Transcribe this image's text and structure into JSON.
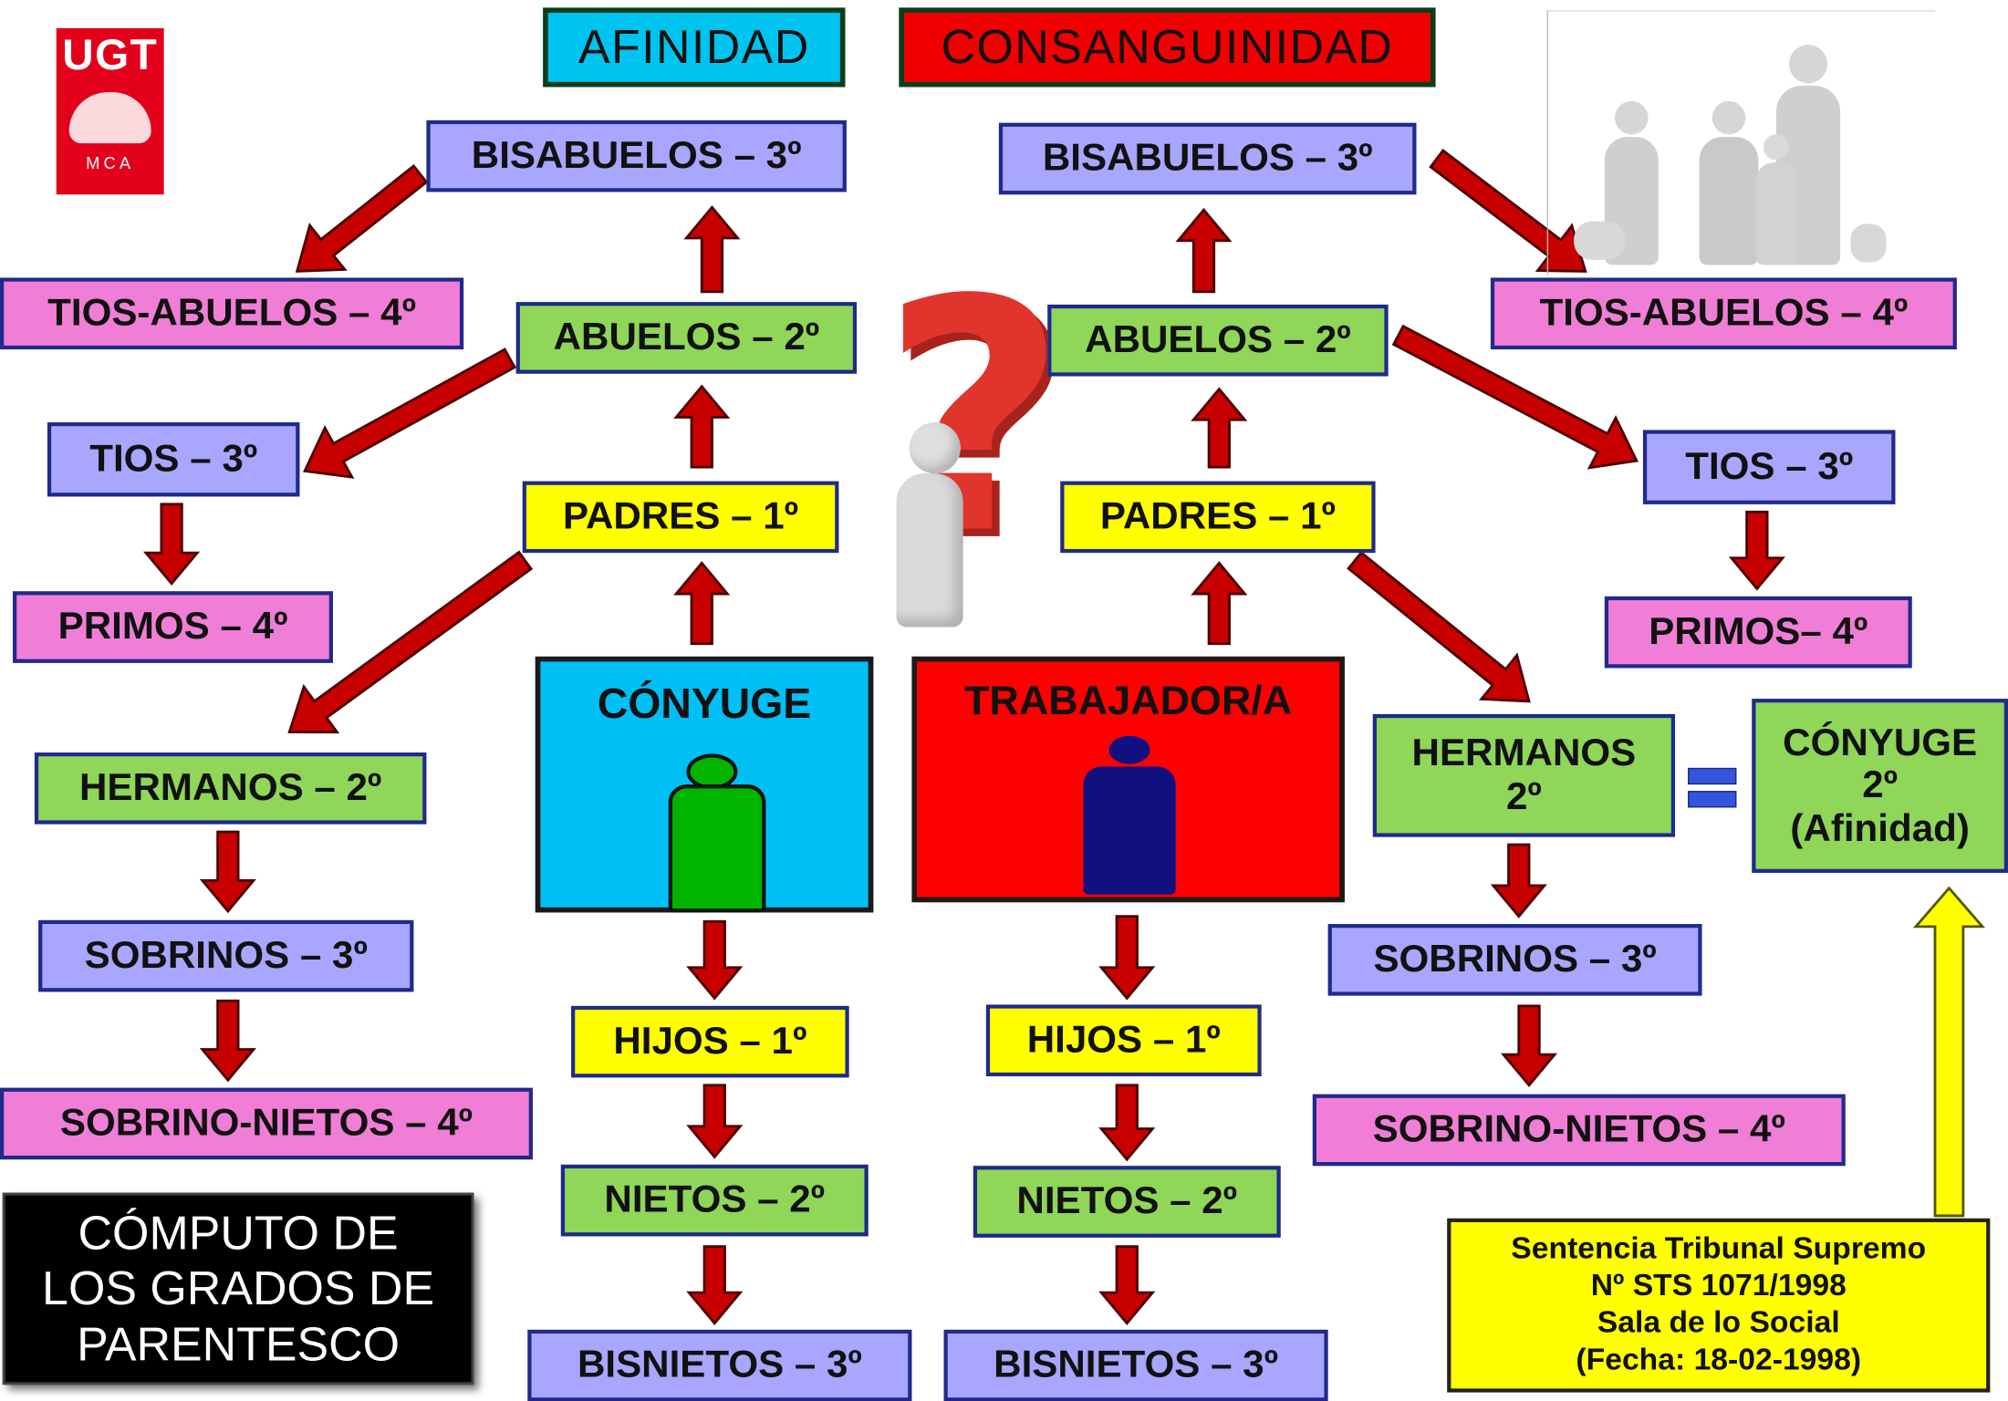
{
  "logo": {
    "text": "UGT",
    "subtext": "MCA"
  },
  "headers": {
    "afinidad": "AFINIDAD",
    "consanguinidad": "CONSANGUINIDAD"
  },
  "afinidad": {
    "bisabuelos": "BISABUELOS – 3º",
    "abuelos": "ABUELOS – 2º",
    "tios_abuelos": "TIOS-ABUELOS – 4º",
    "tios": "TIOS – 3º",
    "primos": "PRIMOS – 4º",
    "padres": "PADRES – 1º",
    "hermanos": "HERMANOS – 2º",
    "sobrinos": "SOBRINOS – 3º",
    "sobrino_nietos": "SOBRINO-NIETOS – 4º",
    "conyuge": "CÓNYUGE",
    "hijos": "HIJOS – 1º",
    "nietos": "NIETOS – 2º",
    "bisnietos": "BISNIETOS – 3º"
  },
  "consanguinidad": {
    "bisabuelos": "BISABUELOS – 3º",
    "abuelos": "ABUELOS – 2º",
    "tios_abuelos": "TIOS-ABUELOS – 4º",
    "tios": "TIOS – 3º",
    "primos": "PRIMOS– 4º",
    "padres": "PADRES – 1º",
    "trabajador": "TRABAJADOR/A",
    "hermanos_l1": "HERMANOS",
    "hermanos_l2": "2º",
    "conyuge_hermano_l1": "CÓNYUGE",
    "conyuge_hermano_l2": "2º",
    "conyuge_hermano_l3": "(Afinidad)",
    "sobrinos": "SOBRINOS – 3º",
    "sobrino_nietos": "SOBRINO-NIETOS – 4º",
    "hijos": "HIJOS – 1º",
    "nietos": "NIETOS – 2º",
    "bisnietos": "BISNIETOS – 3º"
  },
  "title": {
    "line1": "CÓMPUTO DE",
    "line2": "LOS GRADOS DE",
    "line3": "PARENTESCO"
  },
  "sentencia": {
    "line1": "Sentencia Tribunal Supremo",
    "line2": "Nº STS 1071/1998",
    "line3": "Sala de lo Social",
    "line4": "(Fecha: 18-02-1998)"
  },
  "colors": {
    "afinidad_header": "#00c4f0",
    "consanguinidad_header": "#f00000",
    "conyuge_box": "#00bff5",
    "trabajador_box": "#ff0000",
    "arrow": "#c80000",
    "equals": "#3355dd",
    "yellow_arrow": "#ffff00"
  }
}
